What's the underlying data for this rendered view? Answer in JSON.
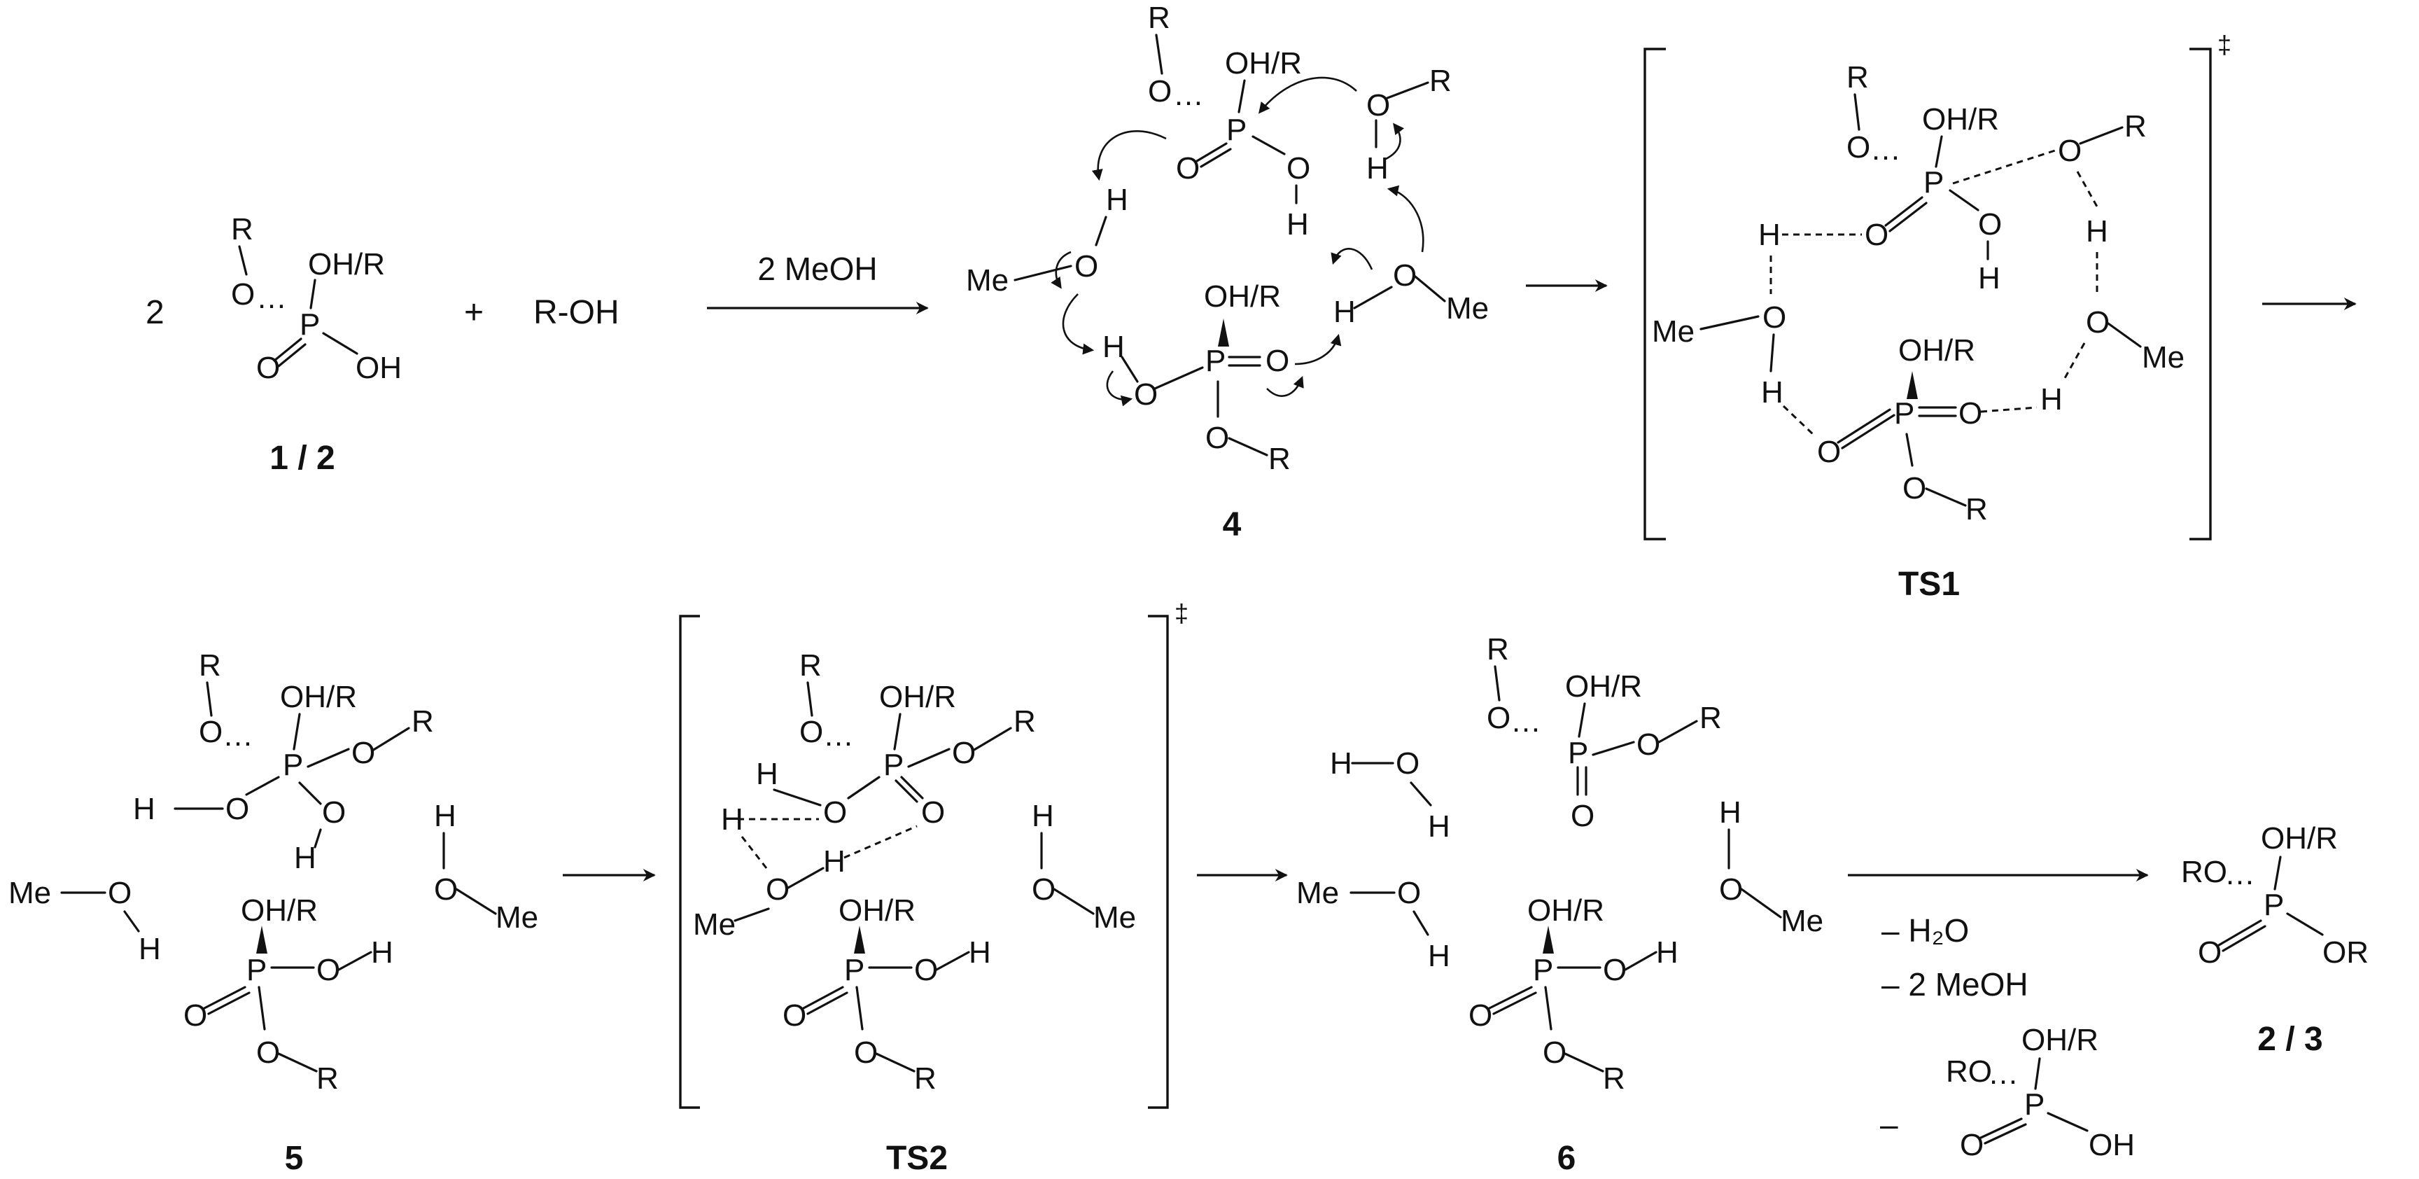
{
  "labels": {
    "l1": "1 / 2",
    "l4": "4",
    "lts1": "TS1",
    "l5": "5",
    "lts2": "TS2",
    "l6": "6",
    "l23": "2 / 3"
  },
  "conditions": {
    "meoh": "2 MeOH",
    "minus_h2o": "– H₂O",
    "minus_meoh": "– 2 MeOH",
    "minus_sign": "–"
  },
  "misc": {
    "coef2": "2",
    "plus": "+",
    "roh": "R-OH",
    "dagger": "‡"
  }
}
